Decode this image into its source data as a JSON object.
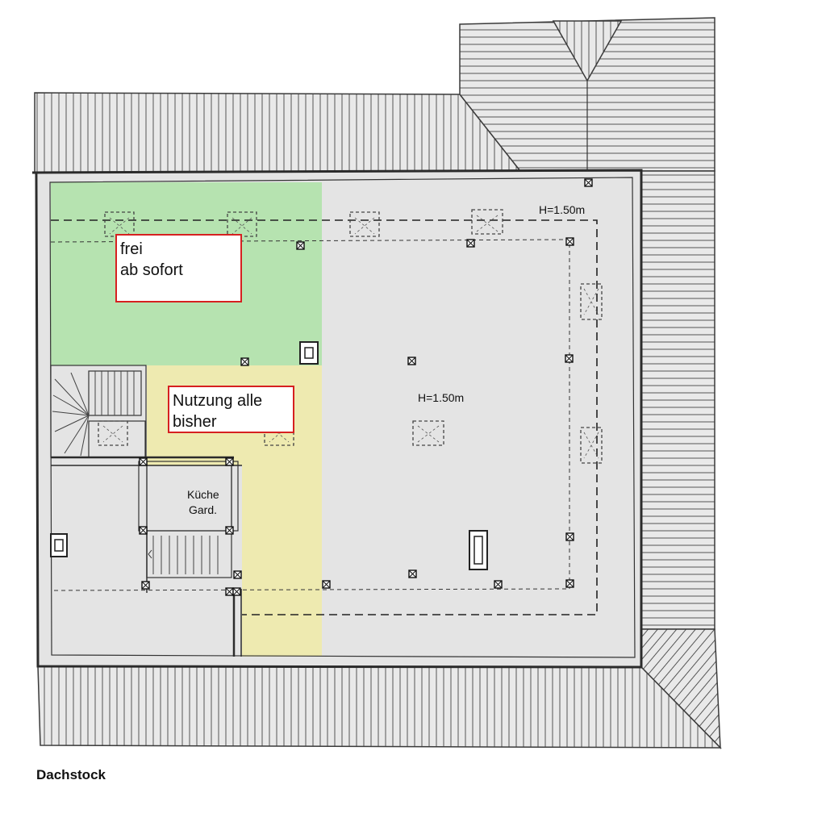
{
  "plan": {
    "caption": "Dachstock",
    "height_top": "H=1.50m",
    "height_center": "H=1.50m",
    "room_kitchen_line1": "Küche",
    "room_kitchen_line2": "Gard."
  },
  "zones": {
    "free": {
      "line1": "frei",
      "line2": "ab sofort",
      "color": "#b6e3b0"
    },
    "existing": {
      "line1": "Nutzung alle",
      "line2": "bisher",
      "color": "#eeeab0"
    },
    "floor_color": "#e4e4e4"
  },
  "colors": {
    "label_border": "#d62020",
    "wall": "#2b2b2b"
  },
  "icons": [
    "stair-icon",
    "post-icon",
    "skylight-icon",
    "chimney-icon"
  ]
}
